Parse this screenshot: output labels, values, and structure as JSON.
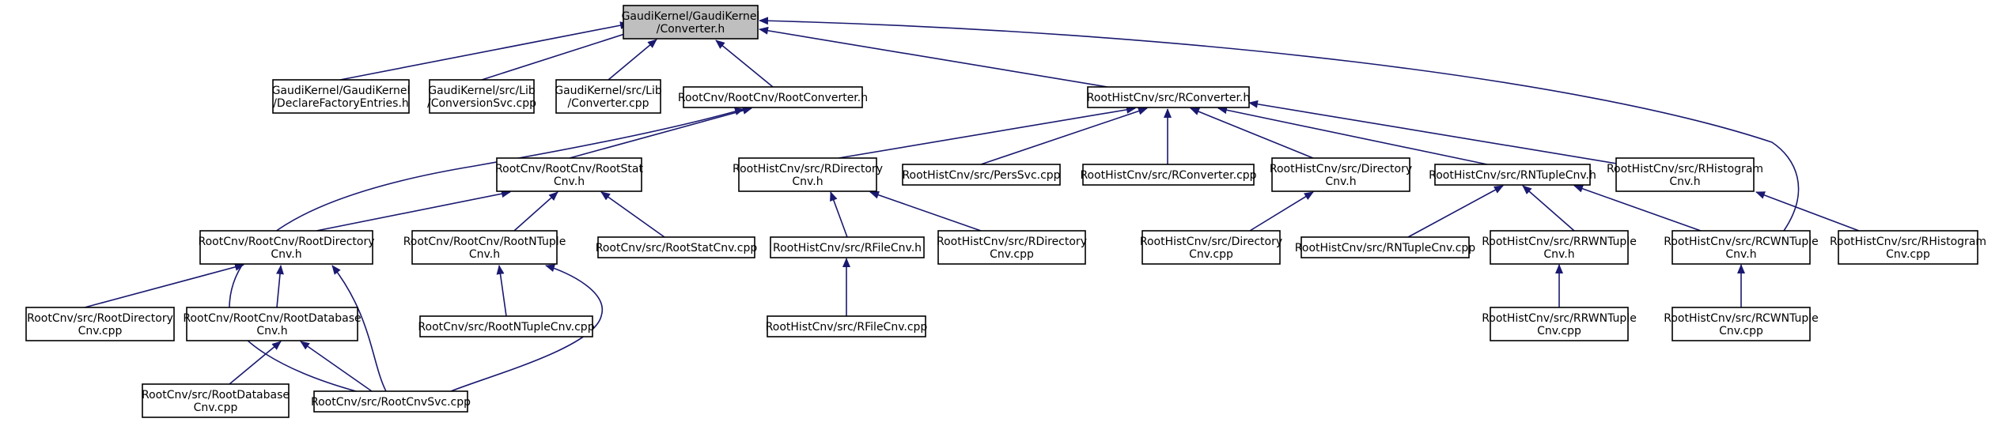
{
  "diagram": {
    "colors": {
      "edge": "#191970",
      "node_border": "#000000",
      "root_fill": "#bfbfbf",
      "node_fill": "#ffffff"
    },
    "nodes": [
      {
        "id": "n0",
        "lines": [
          "GaudiKernel/GaudiKernel",
          "/Converter.h"
        ],
        "root": true
      },
      {
        "id": "n1",
        "lines": [
          "GaudiKernel/GaudiKernel",
          "/DeclareFactoryEntries.h"
        ]
      },
      {
        "id": "n2",
        "lines": [
          "GaudiKernel/src/Lib",
          "/ConversionSvc.cpp"
        ]
      },
      {
        "id": "n3",
        "lines": [
          "GaudiKernel/src/Lib",
          "/Converter.cpp"
        ]
      },
      {
        "id": "n4",
        "lines": [
          "RootCnv/RootCnv/RootConverter.h"
        ]
      },
      {
        "id": "n5",
        "lines": [
          "RootHistCnv/src/RConverter.h"
        ]
      },
      {
        "id": "n6",
        "lines": [
          "RootCnv/RootCnv/RootStat",
          "Cnv.h"
        ]
      },
      {
        "id": "n7",
        "lines": [
          "RootCnv/RootCnv/RootDirectory",
          "Cnv.h"
        ]
      },
      {
        "id": "n8",
        "lines": [
          "RootCnv/RootCnv/RootNTuple",
          "Cnv.h"
        ]
      },
      {
        "id": "n9",
        "lines": [
          "RootCnv/src/RootStatCnv.cpp"
        ]
      },
      {
        "id": "n10",
        "lines": [
          "RootCnv/src/RootDirectory",
          "Cnv.cpp"
        ]
      },
      {
        "id": "n11",
        "lines": [
          "RootCnv/RootCnv/RootDatabase",
          "Cnv.h"
        ]
      },
      {
        "id": "n12",
        "lines": [
          "RootCnv/src/RootNTupleCnv.cpp"
        ]
      },
      {
        "id": "n13",
        "lines": [
          "RootCnv/src/RootDatabase",
          "Cnv.cpp"
        ]
      },
      {
        "id": "n14",
        "lines": [
          "RootCnv/src/RootCnvSvc.cpp"
        ]
      },
      {
        "id": "n15",
        "lines": [
          "RootHistCnv/src/RDirectory",
          "Cnv.h"
        ]
      },
      {
        "id": "n16",
        "lines": [
          "RootHistCnv/src/PersSvc.cpp"
        ]
      },
      {
        "id": "n17",
        "lines": [
          "RootHistCnv/src/RConverter.cpp"
        ]
      },
      {
        "id": "n18",
        "lines": [
          "RootHistCnv/src/Directory",
          "Cnv.h"
        ]
      },
      {
        "id": "n19",
        "lines": [
          "RootHistCnv/src/RNTupleCnv.h"
        ]
      },
      {
        "id": "n20",
        "lines": [
          "RootHistCnv/src/RHistogram",
          "Cnv.h"
        ]
      },
      {
        "id": "n21",
        "lines": [
          "RootHistCnv/src/RFileCnv.h"
        ]
      },
      {
        "id": "n22",
        "lines": [
          "RootHistCnv/src/RDirectory",
          "Cnv.cpp"
        ]
      },
      {
        "id": "n23",
        "lines": [
          "RootHistCnv/src/RFileCnv.cpp"
        ]
      },
      {
        "id": "n24",
        "lines": [
          "RootHistCnv/src/Directory",
          "Cnv.cpp"
        ]
      },
      {
        "id": "n25",
        "lines": [
          "RootHistCnv/src/RNTupleCnv.cpp"
        ]
      },
      {
        "id": "n26",
        "lines": [
          "RootHistCnv/src/RRWNTuple",
          "Cnv.h"
        ]
      },
      {
        "id": "n27",
        "lines": [
          "RootHistCnv/src/RCWNTuple",
          "Cnv.h"
        ]
      },
      {
        "id": "n28",
        "lines": [
          "RootHistCnv/src/RHistogram",
          "Cnv.cpp"
        ]
      },
      {
        "id": "n29",
        "lines": [
          "RootHistCnv/src/RRWNTuple",
          "Cnv.cpp"
        ]
      },
      {
        "id": "n30",
        "lines": [
          "RootHistCnv/src/RCWNTuple",
          "Cnv.cpp"
        ]
      }
    ],
    "edges": [
      {
        "from": "n1",
        "to": "n0"
      },
      {
        "from": "n2",
        "to": "n0"
      },
      {
        "from": "n3",
        "to": "n0"
      },
      {
        "from": "n4",
        "to": "n0"
      },
      {
        "from": "n5",
        "to": "n0"
      },
      {
        "from": "n27",
        "to": "n0"
      },
      {
        "from": "n6",
        "to": "n4"
      },
      {
        "from": "n14",
        "to": "n4"
      },
      {
        "from": "n7",
        "to": "n6"
      },
      {
        "from": "n8",
        "to": "n6"
      },
      {
        "from": "n9",
        "to": "n6"
      },
      {
        "from": "n10",
        "to": "n7"
      },
      {
        "from": "n11",
        "to": "n7"
      },
      {
        "from": "n14",
        "to": "n7"
      },
      {
        "from": "n12",
        "to": "n8"
      },
      {
        "from": "n14",
        "to": "n8"
      },
      {
        "from": "n13",
        "to": "n11"
      },
      {
        "from": "n14",
        "to": "n11"
      },
      {
        "from": "n15",
        "to": "n5"
      },
      {
        "from": "n16",
        "to": "n5"
      },
      {
        "from": "n17",
        "to": "n5"
      },
      {
        "from": "n18",
        "to": "n5"
      },
      {
        "from": "n19",
        "to": "n5"
      },
      {
        "from": "n20",
        "to": "n5"
      },
      {
        "from": "n21",
        "to": "n15"
      },
      {
        "from": "n22",
        "to": "n15"
      },
      {
        "from": "n23",
        "to": "n21"
      },
      {
        "from": "n24",
        "to": "n18"
      },
      {
        "from": "n25",
        "to": "n19"
      },
      {
        "from": "n26",
        "to": "n19"
      },
      {
        "from": "n27",
        "to": "n19"
      },
      {
        "from": "n28",
        "to": "n20"
      },
      {
        "from": "n29",
        "to": "n26"
      },
      {
        "from": "n30",
        "to": "n27"
      }
    ]
  }
}
